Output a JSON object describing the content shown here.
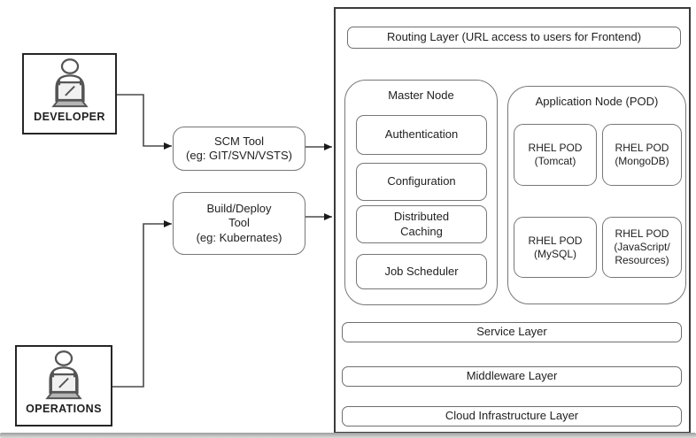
{
  "colors": {
    "node_border": "#777777",
    "container_border": "#3b3b3b",
    "actor_border": "#262626",
    "text": "#1f1f1f",
    "arrow": "#1a1a1a",
    "laptop_base": "#b5b5b5"
  },
  "actors": {
    "developer": {
      "label": "DEVELOPER"
    },
    "operations": {
      "label": "OPERATIONS"
    }
  },
  "tools": {
    "scm": {
      "line1": "SCM Tool",
      "line2": "(eg: GIT/SVN/VSTS)"
    },
    "build": {
      "line1": "Build/Deploy",
      "line2": "Tool",
      "line3": "(eg: Kubernates)"
    }
  },
  "platform": {
    "routing_layer": "Routing Layer (URL access to users for Frontend)",
    "master_node": {
      "title": "Master Node",
      "components": [
        "Authentication",
        "Configuration",
        "Distributed Caching",
        "Job Scheduler"
      ]
    },
    "application_node": {
      "title": "Application Node (POD)",
      "pods": [
        {
          "line1": "RHEL POD",
          "line2": "(Tomcat)",
          "line3": ""
        },
        {
          "line1": "RHEL POD",
          "line2": "(MongoDB)",
          "line3": ""
        },
        {
          "line1": "RHEL POD",
          "line2": "(MySQL)",
          "line3": ""
        },
        {
          "line1": "RHEL POD",
          "line2": "(JavaScript/",
          "line3": "Resources)"
        }
      ]
    },
    "layers": [
      "Service Layer",
      "Middleware Layer",
      "Cloud Infrastructure Layer"
    ]
  }
}
